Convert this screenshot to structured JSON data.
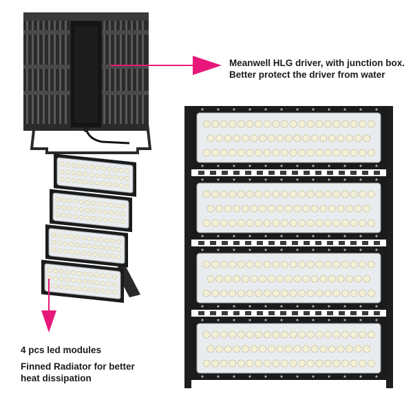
{
  "annotations": {
    "driver_line1": "Meanwell HLG driver, with junction box.",
    "driver_line2": "Better protect the driver from water",
    "modules": "4 pcs led modules",
    "radiator_line1": "Finned  Radiator for better",
    "radiator_line2": "heat dissipation"
  },
  "colors": {
    "arrow": "#e8187a",
    "housing": "#1b1b1b",
    "panel": "#e9ecef",
    "led": "#f3f0d8"
  },
  "product": {
    "module_count": 4
  }
}
